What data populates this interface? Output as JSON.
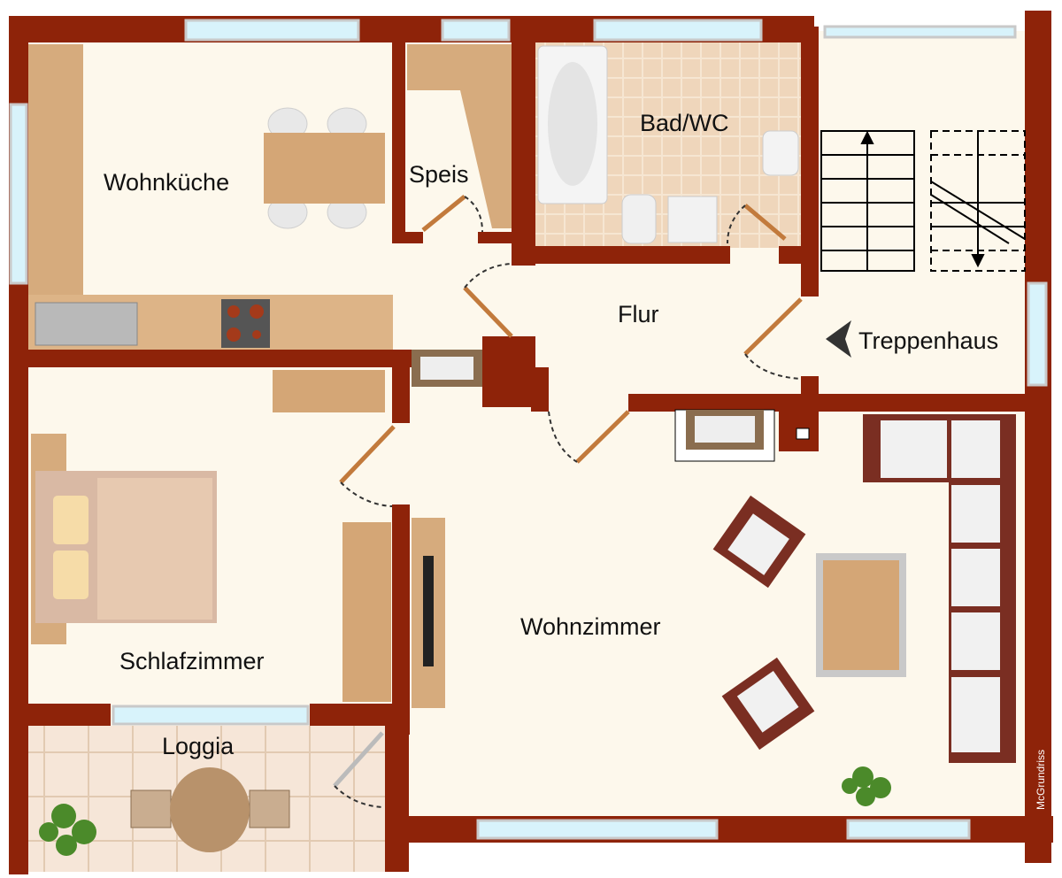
{
  "title": "Grundriss",
  "rooms": {
    "kitchen": "Wohnküche",
    "pantry": "Speis",
    "bath": "Bad/WC",
    "hall": "Flur",
    "stairs": "Treppenhaus",
    "bedroom": "Schlafzimmer",
    "living": "Wohnzimmer",
    "loggia": "Loggia"
  },
  "watermark": "McGrundriss",
  "icons": {
    "stairs_direction": "arrow-left-icon"
  },
  "colors": {
    "wall": "#8e2309",
    "floor": "#fdf8ec",
    "wood": "#d6ab7d",
    "window": "#d8f3fb",
    "sofa": "#7a2e22",
    "tile": "#f3dcc4"
  }
}
